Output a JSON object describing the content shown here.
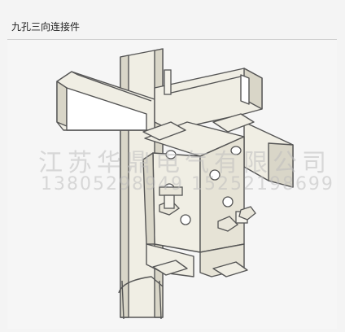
{
  "title": "九孔三向连接件",
  "watermark": {
    "company": "江苏华鼎电气有限公司",
    "phone": "13805298949 15252198699"
  },
  "colors": {
    "background": "#f4f4f4",
    "line": "#555555",
    "metal_light": "#f0eee4",
    "metal_shade": "#d9d6c8",
    "watermark": "#bebebe"
  }
}
